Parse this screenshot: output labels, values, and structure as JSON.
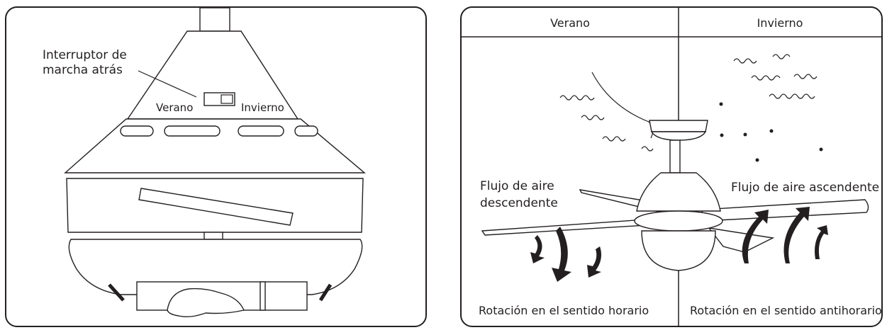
{
  "colors": {
    "line": "#231f20",
    "background": "#ffffff"
  },
  "left_panel": {
    "switch_label_line1": "Interruptor de",
    "switch_label_line2": "marcha atrás",
    "summer_label": "Verano",
    "winter_label": "Invierno"
  },
  "right_panel": {
    "header_summer": "Verano",
    "header_winter": "Invierno",
    "downflow_line1": "Flujo de aire",
    "downflow_line2": "descendente",
    "upflow": "Flujo de aire ascendente",
    "rotation_clockwise": "Rotación en el sentido horario",
    "rotation_counterclockwise": "Rotación en el sentido antihorario"
  }
}
